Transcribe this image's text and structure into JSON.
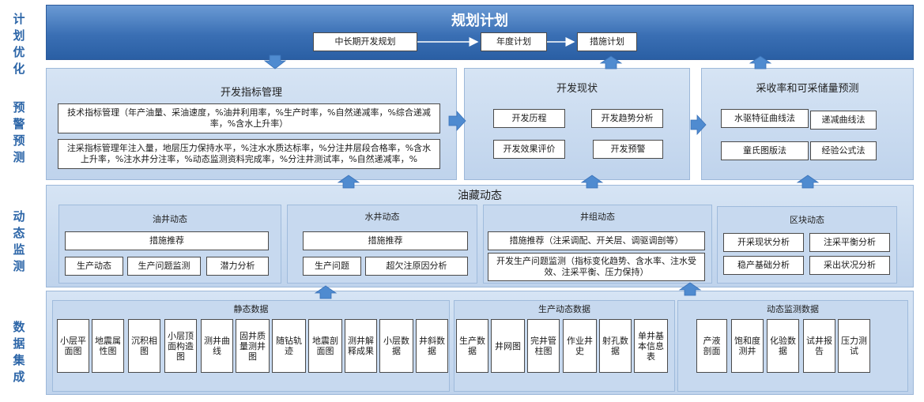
{
  "sidebar": {
    "plan": "计\n划\n优\n化",
    "warn": "预\n警\n预\n测",
    "monitor": "动\n态\n监\n测",
    "data": "数\n据\n集\n成"
  },
  "planning": {
    "title": "规划计划",
    "items": [
      "中长期开发规划",
      "年度计划",
      "措施计划"
    ]
  },
  "dev_index": {
    "title": "开发指标管理",
    "tech": "技术指标管理（年产油量、采油速度，%油井利用率，%生产时率，%自然递减率，%综合递减率，%含水上升率）",
    "inject": "注采指标管理年注入量，地层压力保持水平，%注水水质达标率，%分注井层段合格率，%含水上升率，%注水井分注率，%动态监测资料完成率，%分注井测试率，%自然递减率，%"
  },
  "dev_status": {
    "title": "开发现状",
    "items": [
      "开发历程",
      "开发趋势分析",
      "开发效果评价",
      "开发预警"
    ]
  },
  "recovery": {
    "title": "采收率和可采储量预测",
    "items": [
      "水驱特征曲线法",
      "递减曲线法",
      "童氏图版法",
      "经验公式法"
    ]
  },
  "reservoir": {
    "title": "油藏动态",
    "oil_well": {
      "title": "油井动态",
      "recommend": "措施推荐",
      "items": [
        "生产动态",
        "生产问题监测",
        "潜力分析"
      ]
    },
    "water_well": {
      "title": "水井动态",
      "recommend": "措施推荐",
      "items": [
        "生产问题",
        "超欠注原因分析"
      ]
    },
    "well_group": {
      "title": "井组动态",
      "recommend": "措施推荐（注采调配、开关层、调驱调剖等）",
      "problem": "开发生产问题监测（指标变化趋势、含水率、注水受效、注采平衡、压力保持）"
    },
    "block": {
      "title": "区块动态",
      "items": [
        "开采现状分析",
        "注采平衡分析",
        "稳产基础分析",
        "采出状况分析"
      ]
    }
  },
  "data_integration": {
    "static": {
      "title": "静态数据",
      "items": [
        "小层平面图",
        "地震属性图",
        "沉积相图",
        "小层顶面构造图",
        "测井曲线",
        "固井质量测井图",
        "随钻轨迹",
        "地震剖面图",
        "测井解释成果",
        "小层数据",
        "井斜数据"
      ]
    },
    "production": {
      "title": "生产动态数据",
      "items": [
        "生产数据",
        "井网图",
        "完井管柱图",
        "作业井史",
        "射孔数据",
        "单井基本信息表"
      ]
    },
    "monitoring": {
      "title": "动态监测数据",
      "items": [
        "产液剖面",
        "饱和度测井",
        "化验数据",
        "试井报告",
        "压力测试"
      ]
    }
  },
  "colors": {
    "banner_top": "#4f86c6",
    "banner_bottom": "#2a5fa4",
    "panel": "#c9dbf0",
    "arrow": "#4f8bd0",
    "side_text": "#2d66a8"
  }
}
